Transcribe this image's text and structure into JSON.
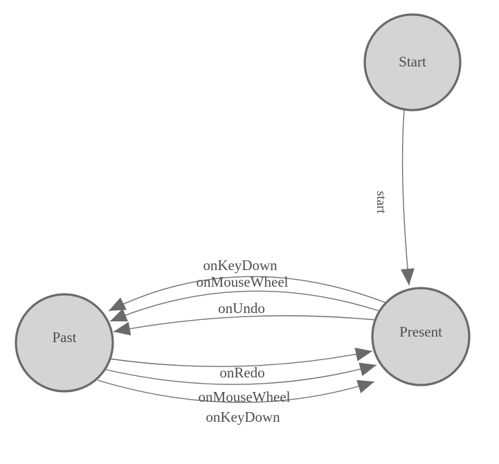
{
  "diagram": {
    "type": "state-machine",
    "colors": {
      "background": "#ffffff",
      "node_fill": "#d4d4d4",
      "node_stroke": "#6a6a6a",
      "edge_stroke": "#707070",
      "arrow_fill": "#6a6a6a",
      "text": "#4d4d4d"
    },
    "nodes": {
      "start": {
        "label": "Start"
      },
      "past": {
        "label": "Past"
      },
      "present": {
        "label": "Present"
      }
    },
    "edges": {
      "start_to_present": {
        "label": "start"
      },
      "present_to_past": [
        {
          "label": "onKeyDown"
        },
        {
          "label": "onMouseWheel"
        },
        {
          "label": "onUndo"
        }
      ],
      "past_to_present": [
        {
          "label": "onRedo"
        },
        {
          "label": "onMouseWheel"
        },
        {
          "label": "onKeyDown"
        }
      ]
    }
  }
}
